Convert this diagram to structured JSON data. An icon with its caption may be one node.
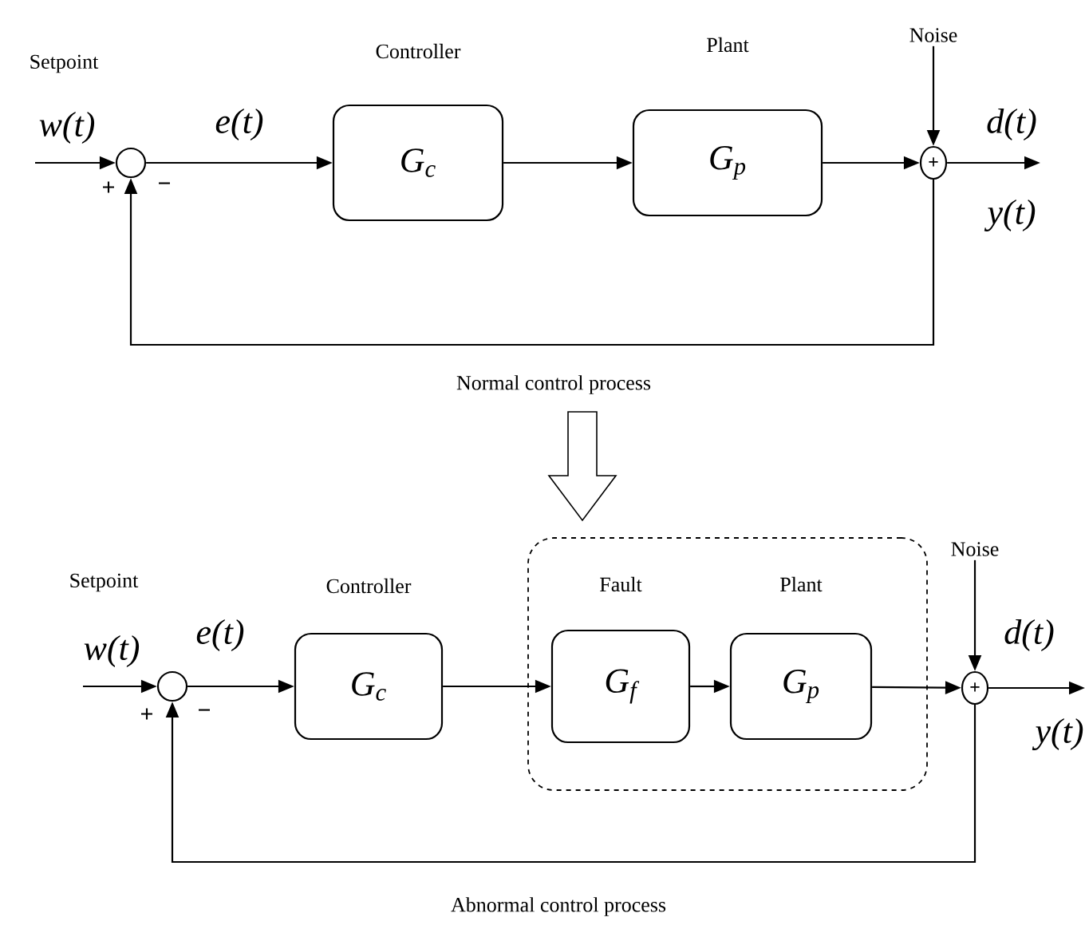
{
  "diagram": {
    "nodes": [
      {
        "text": [],
        "shape": "circle"
      },
      {
        "text": [
          "Controller",
          "G$_{c}$"
        ]
      },
      {
        "text": [
          "Plant",
          "G$_{p}$"
        ]
      },
      {
        "text": [
          "+"
        ]
      },
      {
        "text": [
          "Noise"
        ]
      },
      {
        "text": [],
        "shape": "circle"
      },
      {
        "text": [
          "Controller",
          "G$_{c}$"
        ]
      },
      {
        "text": [],
        "shape": "box"
      },
      {
        "text": [
          "Fault",
          "G$_{f}$"
        ],
        "in": 7
      },
      {
        "text": [
          "Plant",
          "G$_{p}$"
        ],
        "in": 7
      },
      {
        "text": [
          "+"
        ]
      },
      {
        "text": [
          "Noise"
        ]
      }
    ],
    "edges": [
      {
        "from": null,
        "to": 0,
        "arrow": "to",
        "label": "w(t)"
      },
      {
        "from": 0,
        "to": 1,
        "arrow": "to",
        "label": "e(t)"
      },
      {
        "from": 1,
        "to": 2,
        "arrow": "to"
      },
      {
        "from": 2,
        "to": 3,
        "arrow": "to"
      },
      {
        "from": 4,
        "to": 3,
        "arrow": "to",
        "label": "d(t)"
      },
      {
        "from": 3,
        "to": null,
        "arrow": "to",
        "label": "y(t)"
      },
      {
        "from": 3,
        "to": 0,
        "arrow": "to"
      },
      {
        "from": null,
        "to": 5,
        "arrow": "to",
        "label": "w(t)"
      },
      {
        "from": 5,
        "to": 6,
        "arrow": "to",
        "label": "e(t)"
      },
      {
        "from": 6,
        "to": 8,
        "arrow": "to"
      },
      {
        "from": 8,
        "to": 9,
        "arrow": "to"
      },
      {
        "from": 9,
        "to": 10,
        "arrow": "to"
      },
      {
        "from": 11,
        "to": 10,
        "arrow": "to",
        "label": "d(t)"
      },
      {
        "from": 10,
        "to": null,
        "arrow": "to",
        "label": "y(t)"
      },
      {
        "from": 10,
        "to": 5,
        "arrow": "to"
      }
    ],
    "labels": [
      "Setpoint",
      "+",
      "−",
      "Normal control process",
      "Setpoint",
      "+",
      "−",
      "Abnormal control process"
    ]
  }
}
